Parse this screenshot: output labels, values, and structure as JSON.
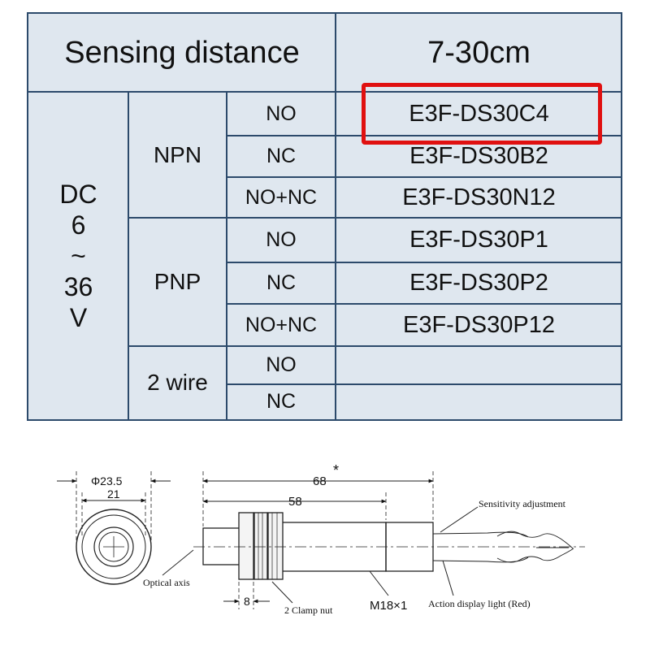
{
  "spec_table": {
    "header_label": "Sensing distance",
    "header_value": "7-30cm",
    "supply_voltage_lines": [
      "DC",
      "6",
      "~",
      "36",
      "V"
    ],
    "groups": [
      {
        "type": "NPN",
        "rows": [
          {
            "signal": "NO",
            "model": "E3F-DS30C4"
          },
          {
            "signal": "NC",
            "model": "E3F-DS30B2"
          },
          {
            "signal": "NO+NC",
            "model": "E3F-DS30N12"
          }
        ]
      },
      {
        "type": "PNP",
        "rows": [
          {
            "signal": "NO",
            "model": "E3F-DS30P1"
          },
          {
            "signal": "NC",
            "model": "E3F-DS30P2"
          },
          {
            "signal": "NO+NC",
            "model": "E3F-DS30P12"
          }
        ]
      },
      {
        "type": "2 wire",
        "rows": [
          {
            "signal": "NO",
            "model": ""
          },
          {
            "signal": "NC",
            "model": ""
          }
        ]
      }
    ],
    "highlighted_model": "E3F-DS30C4",
    "highlight_color": "#e01010",
    "cell_background": "#dfe7ef",
    "line_color": "#2c4a6b"
  },
  "dimension_drawing": {
    "outer_diameter": "Φ23.5",
    "inner_width": "21",
    "total_length": "68",
    "total_length_mark": "*",
    "body_length": "58",
    "nut_width": "8",
    "labels": {
      "optical_axis": "Optical axis",
      "clamp_nut": "2 Clamp nut",
      "thread": "M18×1",
      "sensitivity": "Sensitivity adjustment",
      "action_light": "Action display light (Red)"
    }
  }
}
